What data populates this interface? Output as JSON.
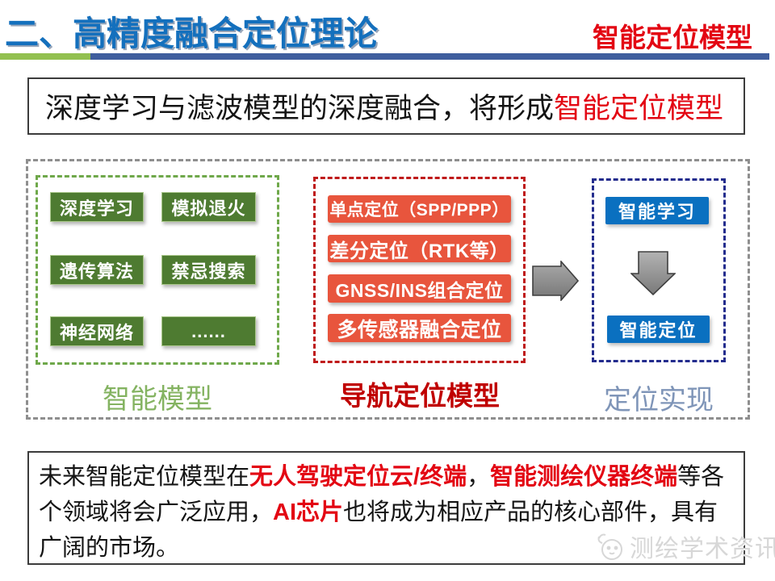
{
  "header": {
    "title": "二、高精度融合定位理论",
    "badge": "智能定位模型"
  },
  "statement": {
    "prefix": "深度学习与滤波模型的深度融合，将形成",
    "highlight": "智能定位模型"
  },
  "diagram": {
    "groups": [
      {
        "label": "智能模型",
        "items": [
          "深度学习",
          "模拟退火",
          "遗传算法",
          "禁忌搜索",
          "神经网络",
          "......"
        ]
      },
      {
        "label": "导航定位模型",
        "items": [
          "单点定位（SPP/PPP）",
          "差分定位（RTK等）",
          "GNSS/INS组合定位",
          "多传感器融合定位"
        ]
      },
      {
        "label": "定位实现",
        "items": [
          "智能学习",
          "智能定位"
        ]
      }
    ]
  },
  "conclusion": {
    "segments": [
      {
        "text": "未来智能定位模型在",
        "style": "normal"
      },
      {
        "text": "无人驾驶定位云/终端",
        "style": "red"
      },
      {
        "text": "，",
        "style": "normal"
      },
      {
        "text": "智能测绘仪器终端",
        "style": "red"
      },
      {
        "text": "等各个领域将会广泛应用，",
        "style": "normal"
      },
      {
        "text": "AI芯片",
        "style": "red"
      },
      {
        "text": "也将成为相应产品的核心部件，具有广阔的市场。",
        "style": "normal"
      }
    ]
  },
  "watermark": {
    "text": "测绘学术资讯"
  },
  "colors": {
    "title_blue": "#1470bd",
    "accent_red": "#e30613",
    "rule_green": "#92c050",
    "rule_blue": "#3f5e9e",
    "button_green": "#4e7b31",
    "button_red": "#e8553d",
    "button_blue": "#0a70c0",
    "dash_green": "#6fa84a",
    "dash_red": "#bf1a1a",
    "dash_navy": "#232c8d",
    "dash_gray": "#8f8f8f",
    "label_green": "#84b361",
    "label_red": "#c00000",
    "label_bluegray": "#7f95b8",
    "arrow_gray": "#8c8c8c"
  }
}
